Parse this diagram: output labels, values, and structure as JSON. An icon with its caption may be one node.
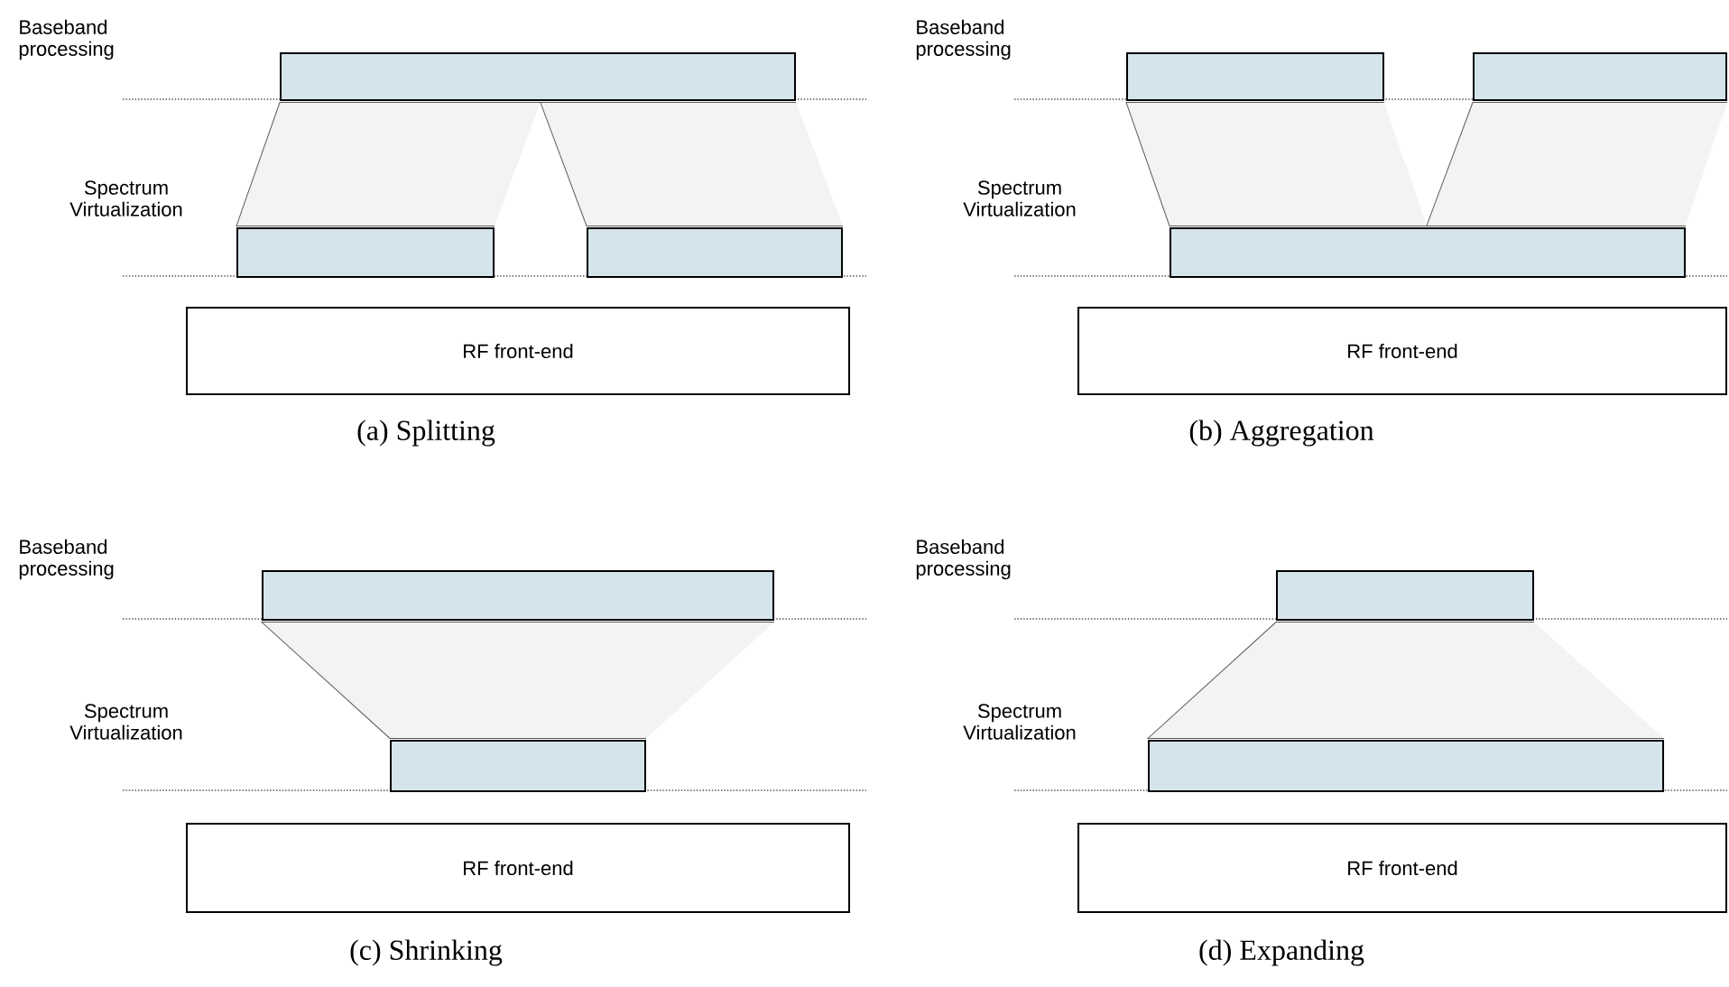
{
  "diagram": {
    "nodes": [
      {
        "text": [],
        "shape": "box"
      },
      {
        "text": [],
        "shape": "box"
      },
      {
        "text": [],
        "shape": "box"
      },
      {
        "text": [
          "RF front-end"
        ]
      },
      {
        "text": [],
        "shape": "box"
      },
      {
        "text": [],
        "shape": "box"
      },
      {
        "text": [],
        "shape": "box"
      },
      {
        "text": [
          "RF front-end"
        ]
      },
      {
        "text": [],
        "shape": "box"
      },
      {
        "text": [],
        "shape": "box"
      },
      {
        "text": [
          "RF front-end"
        ]
      },
      {
        "text": [],
        "shape": "box"
      },
      {
        "text": [],
        "shape": "box"
      },
      {
        "text": [
          "RF front-end"
        ]
      }
    ],
    "edges": [
      {
        "from": 0,
        "to": 1,
        "arrow": "none"
      },
      {
        "from": 0,
        "to": 2,
        "arrow": "none"
      },
      {
        "from": 4,
        "to": 6,
        "arrow": "none"
      },
      {
        "from": 5,
        "to": 6,
        "arrow": "none"
      },
      {
        "from": 8,
        "to": 9,
        "arrow": "none"
      },
      {
        "from": 11,
        "to": 12,
        "arrow": "none"
      }
    ],
    "labels": [
      "Baseband processing",
      "Spectrum Virtualization",
      "(a) Splitting",
      "Baseband processing",
      "Spectrum Virtualization",
      "(b) Aggregation",
      "Baseband processing",
      "Spectrum Virtualization",
      "(c) Shrinking",
      "Baseband processing",
      "Spectrum Virtualization",
      "(d) Expanding"
    ]
  }
}
